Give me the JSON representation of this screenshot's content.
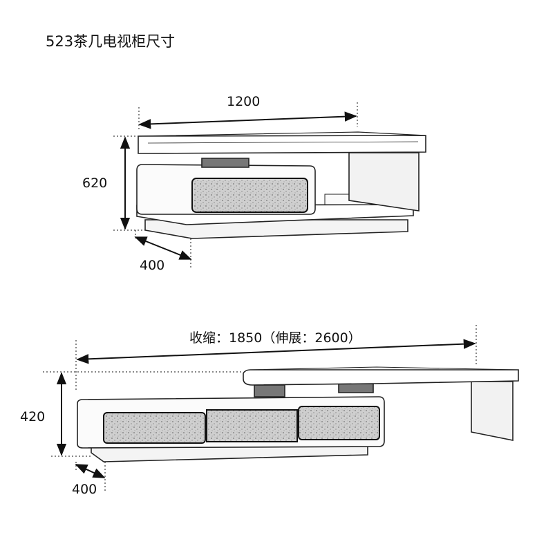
{
  "title": "523茶几电视柜尺寸",
  "coffee_table": {
    "width_label": "1200",
    "height_label": "620",
    "depth_label": "400"
  },
  "tv_cabinet": {
    "width_label": "收缩：1850（伸展：2600）",
    "height_label": "420",
    "depth_label": "400"
  }
}
